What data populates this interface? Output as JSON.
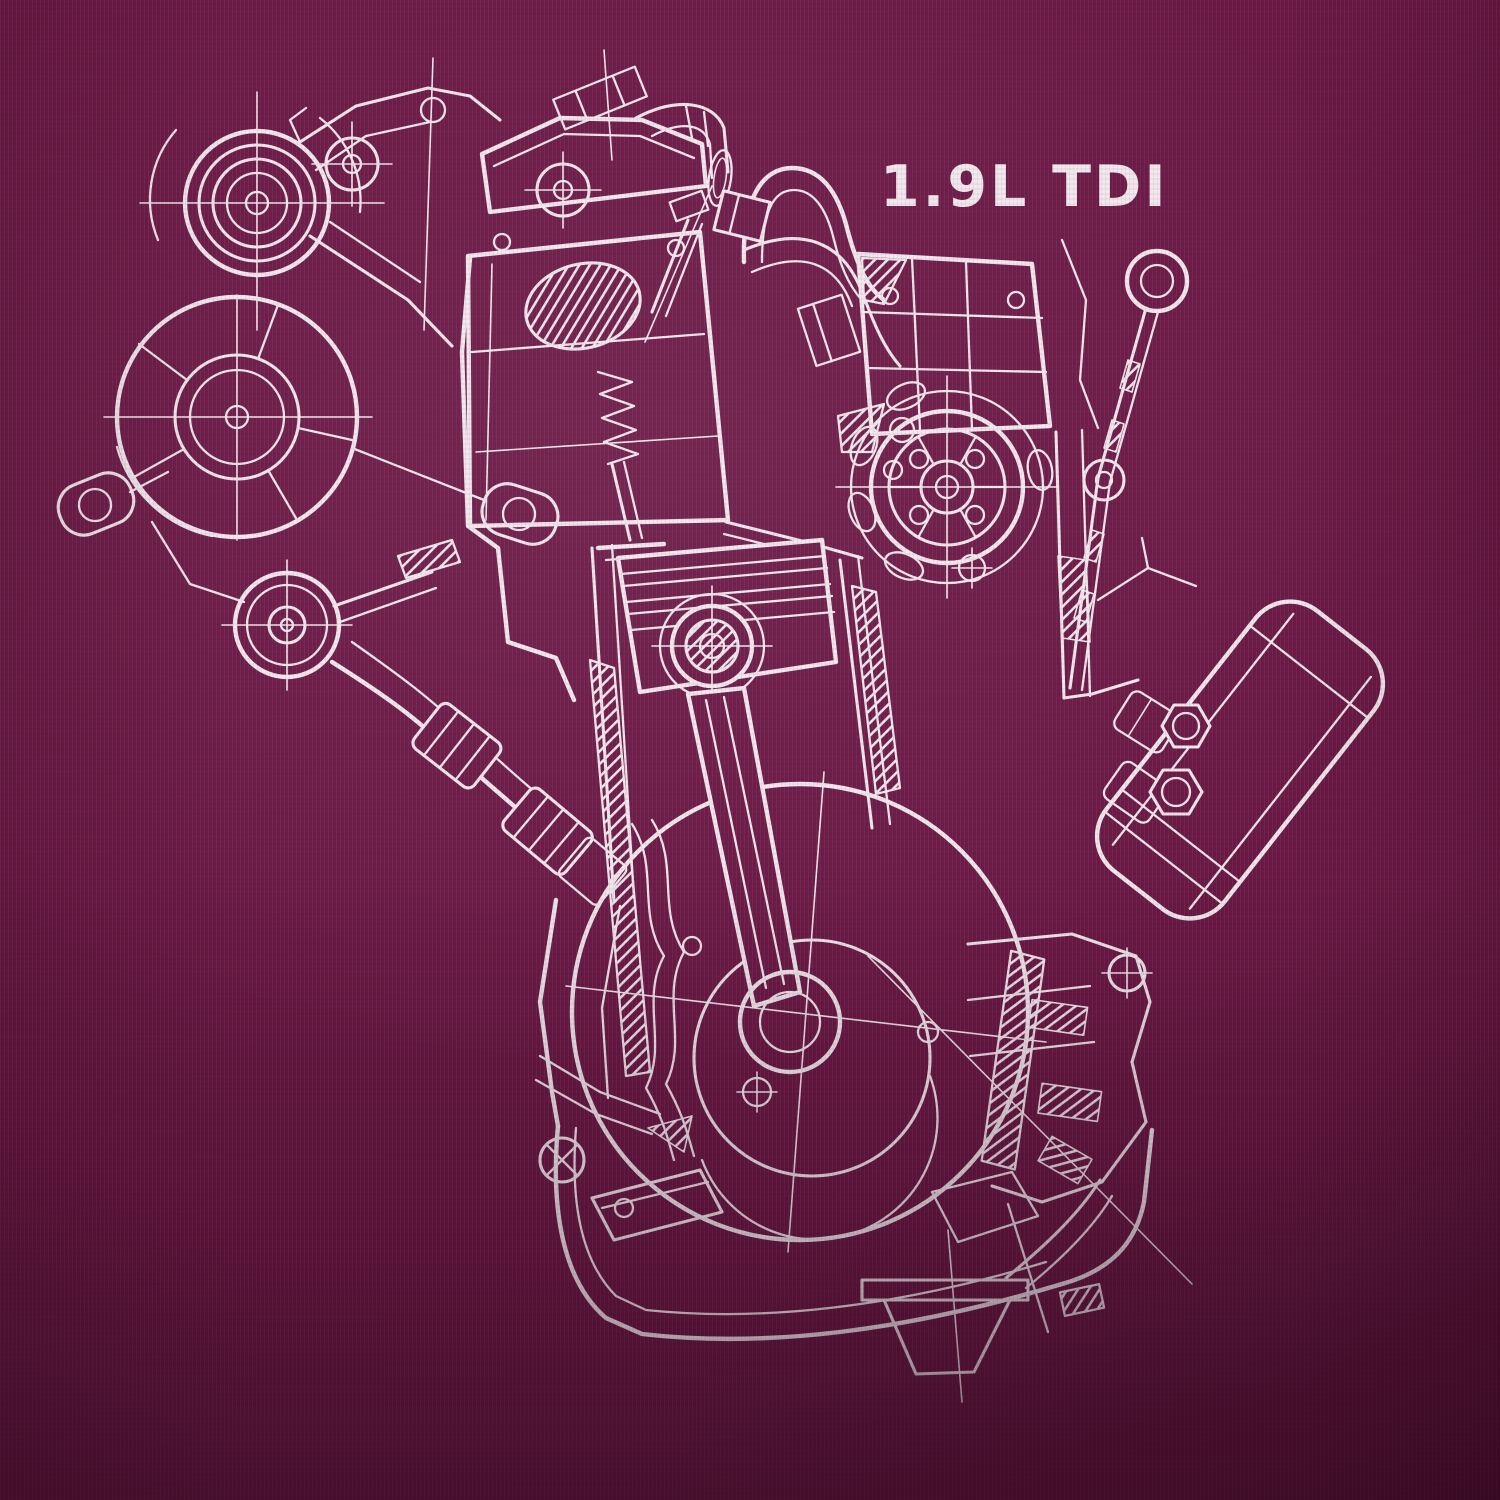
{
  "print": {
    "label": "1.9L TDI",
    "ink_color": "#F8F2F6",
    "fabric_color": "#6B1945",
    "subject": "Cutaway technical line drawing of a 1.9 litre TDI diesel engine, white ink on burgundy fabric"
  },
  "components": [
    "fan-pulley",
    "idler-pulley",
    "accessory-bracket",
    "vacuum-pump",
    "belt-tensioner",
    "coolant-hose",
    "valve-cover",
    "intake-elbow",
    "intake-runner",
    "cylinder-head",
    "valve-and-spring",
    "injector",
    "engine-block",
    "piston",
    "piston-pin",
    "connecting-rod",
    "crankcase-flywheel",
    "injection-pump",
    "pump-gear",
    "dipstick",
    "oil-filter",
    "oil-pan",
    "oil-pickup",
    "engine-mount-bracket"
  ]
}
